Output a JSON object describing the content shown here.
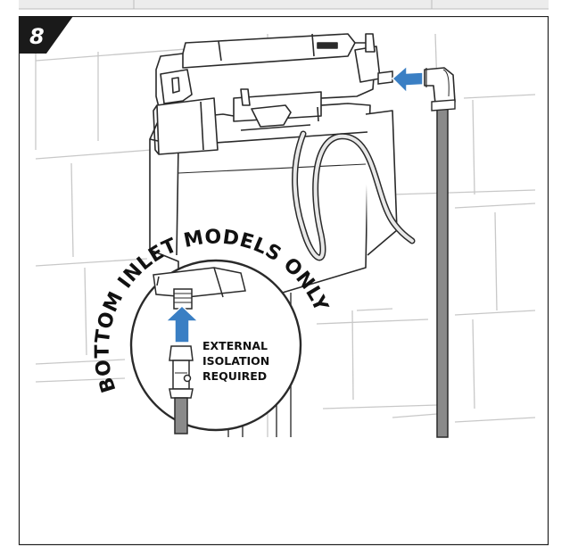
{
  "step": {
    "number": "8"
  },
  "callout": {
    "arc_text": "BOTTOM INLET MODELS ONLY",
    "note_lines": [
      "EXTERNAL",
      "ISOLATION",
      "REQUIRED"
    ]
  },
  "colors": {
    "arrow": "#3a7fc4",
    "line": "#2a2a2a",
    "wall_line": "#c8c8c8",
    "panel_border": "#222222",
    "badge": "#1a1a1a",
    "pipe": "#8a8a8a",
    "strip": "#ececec"
  },
  "icons": {
    "arrow_side": "right-to-left-arrow",
    "arrow_bottom": "upward-arrow"
  }
}
